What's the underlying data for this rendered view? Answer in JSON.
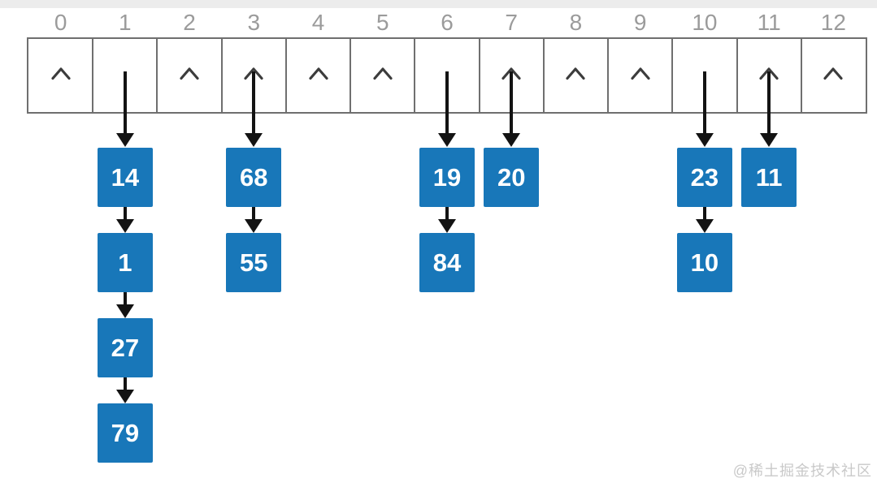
{
  "diagram": {
    "type": "hash-table-separate-chaining",
    "null_symbol": "^",
    "buckets": [
      {
        "index": "0",
        "null_marker": true,
        "chain": []
      },
      {
        "index": "1",
        "null_marker": false,
        "chain": [
          "14",
          "1",
          "27",
          "79"
        ]
      },
      {
        "index": "2",
        "null_marker": true,
        "chain": []
      },
      {
        "index": "3",
        "null_marker": true,
        "chain": [
          "68",
          "55"
        ]
      },
      {
        "index": "4",
        "null_marker": true,
        "chain": []
      },
      {
        "index": "5",
        "null_marker": true,
        "chain": []
      },
      {
        "index": "6",
        "null_marker": false,
        "chain": [
          "19",
          "84"
        ]
      },
      {
        "index": "7",
        "null_marker": true,
        "chain": [
          "20"
        ]
      },
      {
        "index": "8",
        "null_marker": true,
        "chain": []
      },
      {
        "index": "9",
        "null_marker": true,
        "chain": []
      },
      {
        "index": "10",
        "null_marker": false,
        "chain": [
          "23",
          "10"
        ]
      },
      {
        "index": "11",
        "null_marker": true,
        "chain": [
          "11"
        ]
      },
      {
        "index": "12",
        "null_marker": true,
        "chain": []
      }
    ]
  },
  "colors": {
    "node_fill": "#1877b9",
    "node_text": "#ffffff",
    "arrow": "#131313",
    "cell_border": "#6f6f6f",
    "index_label": "#9b9b9b",
    "null_marker": "#3c3c3c",
    "watermark": "#c9c9c9",
    "top_strip": "#ececec"
  },
  "watermark": {
    "text": "@稀土掘金技术社区"
  }
}
